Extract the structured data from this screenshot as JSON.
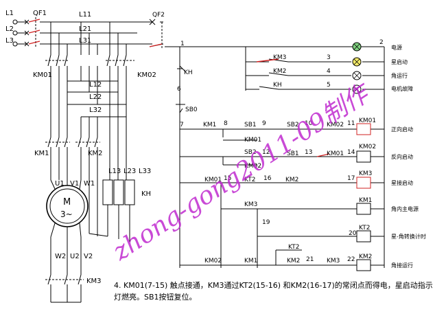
{
  "power": {
    "lines": [
      "L1",
      "L2",
      "L3"
    ],
    "main_breaker": "QF1",
    "buses": [
      "L11",
      "L21",
      "L31"
    ],
    "mid_buses": [
      "L12",
      "L22",
      "L32"
    ],
    "low_buses": [
      "L13",
      "L23",
      "L33"
    ],
    "contactors_top": [
      "KM01",
      "KM02"
    ],
    "contactors_mid": [
      "KM1",
      "KM2"
    ],
    "star_contactor": "KM3",
    "overload": "KH",
    "motor_label": "M",
    "motor_sub": "3~",
    "terminals_top": [
      "U1",
      "V1",
      "W1"
    ],
    "terminals_bottom": [
      "W2",
      "U2",
      "V2"
    ]
  },
  "control": {
    "breaker": "QF2",
    "node_left": "1",
    "node_right": "2",
    "kh_contact": "KH",
    "sb0": "SB0",
    "node_6": "6",
    "node_7": "7",
    "lamps": [
      {
        "no": "3",
        "contact": "KM3",
        "label": "电源",
        "color": "#7fd07f"
      },
      {
        "no": "4",
        "contact": "KM2",
        "label": "星启动",
        "color": "#f3ea6a"
      },
      {
        "no": "5",
        "contact": "KH",
        "label": "角运行",
        "color": "#ffffff"
      },
      {
        "no": "",
        "contact": "",
        "label": "电机故障",
        "color": "#ffffff"
      }
    ],
    "rungs": [
      {
        "nodes": [
          "8",
          "9",
          "10",
          "11"
        ],
        "contacts": [
          "KM1",
          "SB1",
          "SB2",
          "KM02"
        ],
        "coil": "KM01",
        "label": "正向启动",
        "hold": "KM01"
      },
      {
        "nodes": [
          "12",
          "13",
          "14"
        ],
        "contacts": [
          "SB2",
          "SB1",
          "KM01"
        ],
        "coil": "KM02",
        "label": "反向启动",
        "hold": "KM02"
      },
      {
        "nodes": [
          "15",
          "16",
          "17"
        ],
        "contacts": [
          "KM01",
          "KT2",
          "KM2"
        ],
        "coil": "KM3",
        "label": "星接启动",
        "hold": ""
      },
      {
        "nodes": [],
        "contacts": [],
        "coil": "KM1",
        "label": "角内主电源",
        "hold": ""
      },
      {
        "nodes": [
          "19",
          "20"
        ],
        "contacts": [
          "KM3"
        ],
        "coil": "KT2",
        "label": "星-角转换计时",
        "hold": ""
      },
      {
        "nodes": [
          "21",
          "22"
        ],
        "contacts": [
          "KM02",
          "KM1",
          "KT2",
          "KM2",
          "KM3"
        ],
        "coil": "KM2",
        "label": "角接运行",
        "hold": ""
      }
    ]
  },
  "watermark": "zhong-gong2011-09制作",
  "note": "4. KM01(7-15) 触点接通，KM3通过KT2(15-16) 和KM2(16-17)的常闭点而得电，星启动指示灯燃亮。SB1按钮复位。"
}
